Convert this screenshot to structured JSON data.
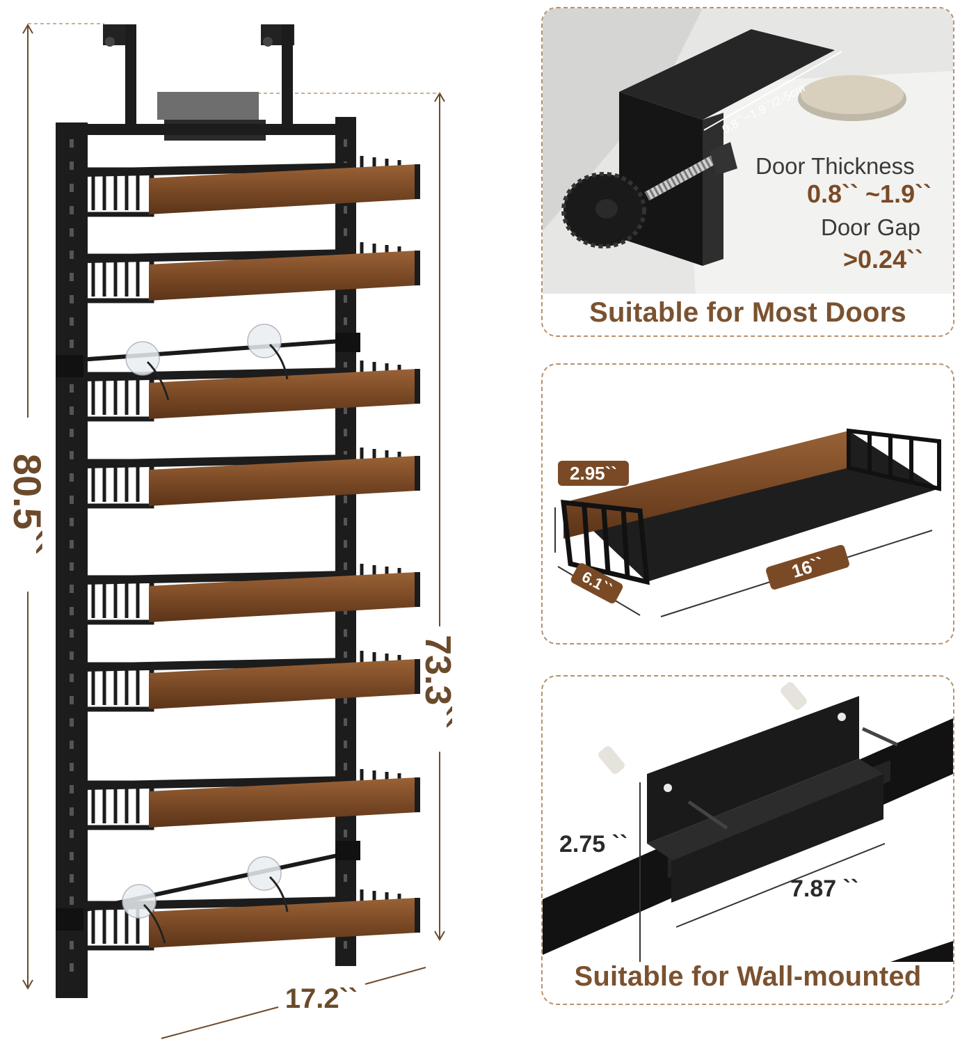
{
  "rack": {
    "height_total": "80.5``",
    "height_shelves": "73.3``",
    "width": "17.2``",
    "shelf_count": 8
  },
  "panel_doors": {
    "coin_scale": "0.8``~1.9``/2-5cm",
    "door_thickness_label": "Door Thickness",
    "door_thickness_value": "0.8`` ~1.9``",
    "door_gap_label": "Door Gap",
    "door_gap_value": ">0.24``",
    "caption": "Suitable for Most Doors"
  },
  "panel_shelf": {
    "height": "2.95``",
    "depth": "6.1``",
    "length": "16``"
  },
  "panel_wall": {
    "bracket_height": "2.75 ``",
    "bracket_width": "7.87 ``",
    "caption": "Suitable for Wall-mounted"
  },
  "colors": {
    "wood": "#7b4a26",
    "metal": "#1c1c1c",
    "accent_brown": "#7a4a26",
    "dashed_border": "#b7906c"
  }
}
